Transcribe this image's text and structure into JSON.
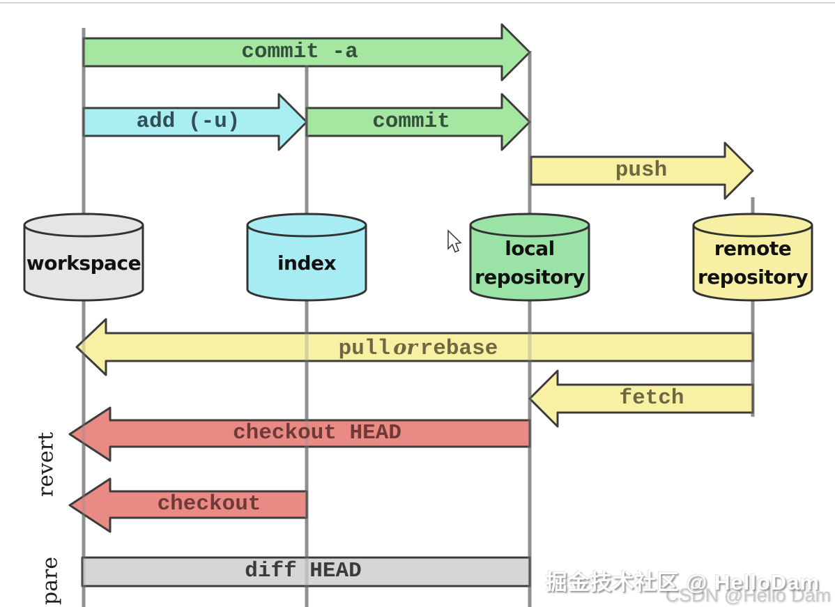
{
  "page": {
    "background": "#ffffff",
    "top_border_color": "#d4d4d4"
  },
  "diagram": {
    "lifeline_color": "#8f8f8f",
    "outline_color": "#3c3c3c",
    "nodes": [
      {
        "id": "workspace",
        "label": "workspace",
        "fill": "#e5e5e5"
      },
      {
        "id": "index",
        "label": "index",
        "fill": "#a7ecf2"
      },
      {
        "id": "local-repository",
        "label_line1": "local",
        "label_line2": "repository",
        "fill": "#9be2a7"
      },
      {
        "id": "remote-repository",
        "label_line1": "remote",
        "label_line2": "repository",
        "fill": "#f6efa4"
      }
    ],
    "arrows": [
      {
        "id": "commit-a",
        "label": "commit -a",
        "fill": "#a5e6a1",
        "text_color": "#33503c",
        "direction": "right"
      },
      {
        "id": "add-u",
        "label": "add (-u)",
        "fill": "#a9eef0",
        "text_color": "#2f4f55",
        "direction": "right"
      },
      {
        "id": "commit",
        "label": "commit",
        "fill": "#a5e6a1",
        "text_color": "#33503c",
        "direction": "right"
      },
      {
        "id": "push",
        "label": "push",
        "fill": "#f8f0a2",
        "text_color": "#6e6842",
        "direction": "right"
      },
      {
        "id": "pull-or-rebase",
        "label_parts": [
          "pull",
          "or",
          "rebase"
        ],
        "fill": "#f8f0a2",
        "text_color": "#6e6842",
        "direction": "left"
      },
      {
        "id": "fetch",
        "label": "fetch",
        "fill": "#f8f0a2",
        "text_color": "#6e6842",
        "direction": "left"
      },
      {
        "id": "checkout-head",
        "label": "checkout HEAD",
        "fill": "#e98b84",
        "text_color": "#6e3a38",
        "direction": "left"
      },
      {
        "id": "checkout",
        "label": "checkout",
        "fill": "#e98b84",
        "text_color": "#6e3a38",
        "direction": "left"
      },
      {
        "id": "diff-head",
        "label": "diff HEAD",
        "fill": "#d6d6d6",
        "text_color": "#3b3b3b",
        "direction": "none"
      }
    ],
    "side_labels": [
      {
        "id": "revert",
        "label": "revert"
      },
      {
        "id": "compare-partial",
        "label": "pare"
      }
    ]
  },
  "watermark": {
    "primary": "掘金技术社区 @ HelloDam",
    "secondary": "CSDN @Hello Dam"
  }
}
